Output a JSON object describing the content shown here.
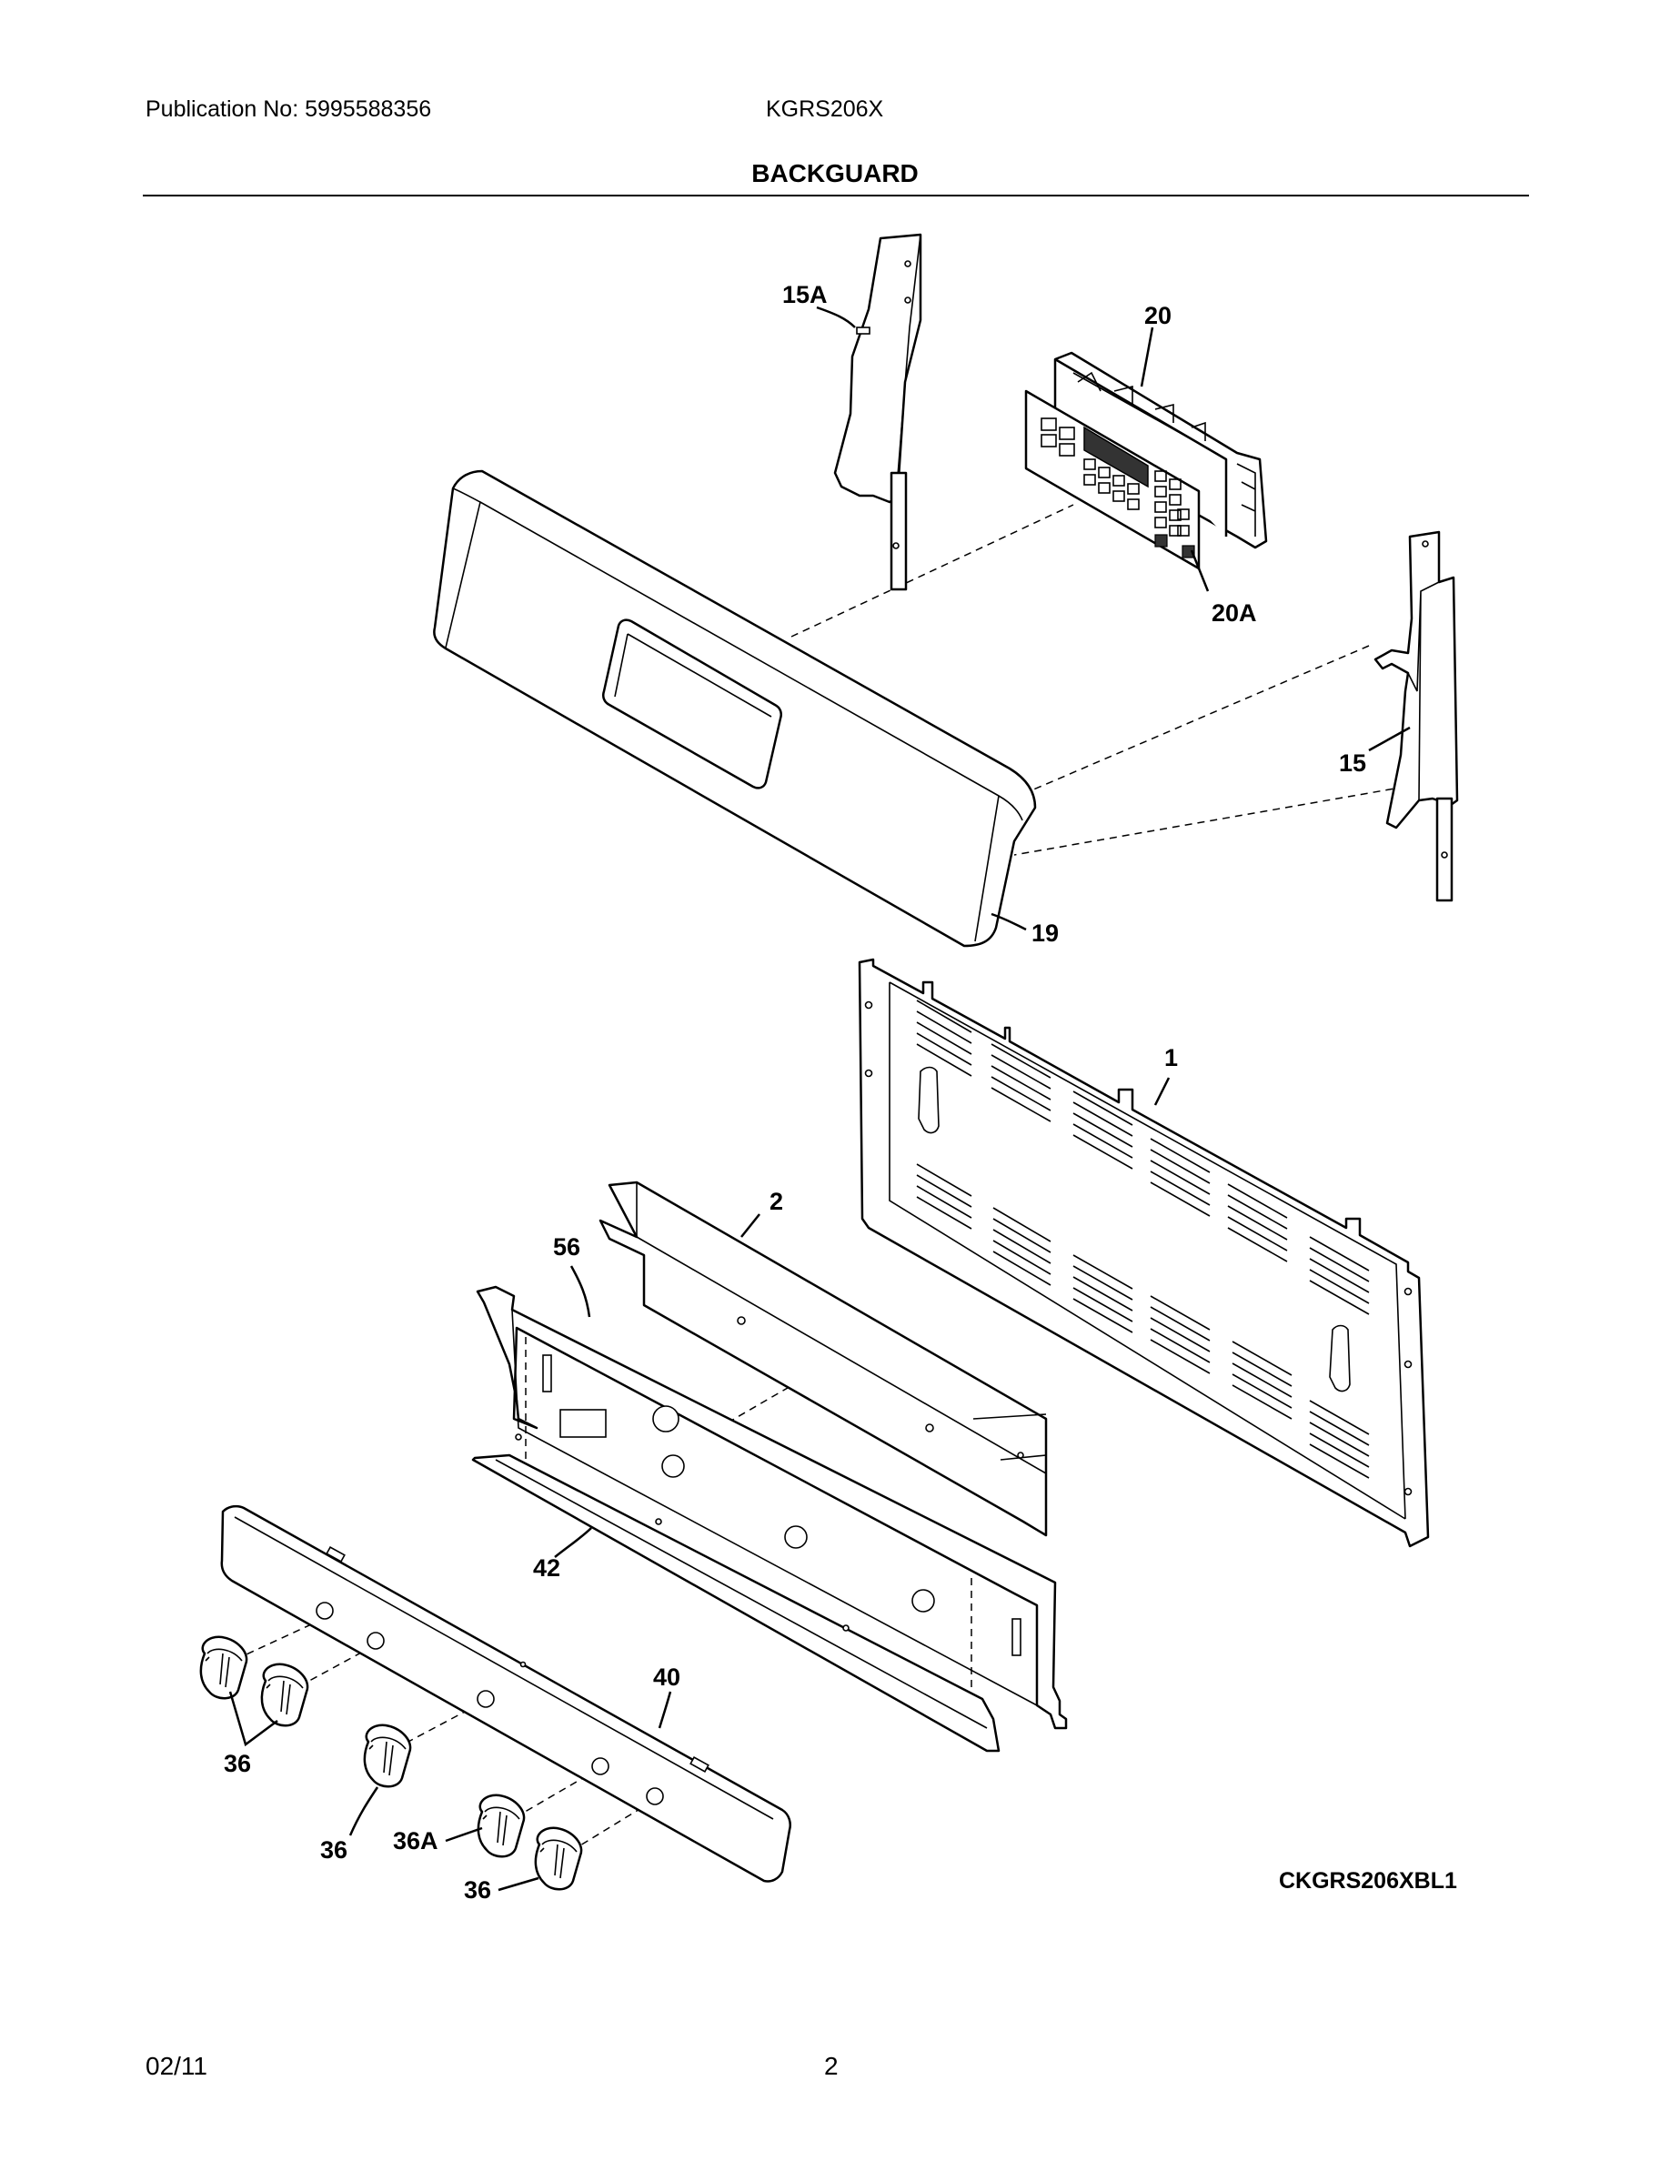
{
  "header": {
    "publication": "Publication No: 5995588356",
    "model": "KGRS206X",
    "title": "BACKGUARD"
  },
  "callouts": {
    "c15a": "15A",
    "c20": "20",
    "c20a": "20A",
    "c15": "15",
    "c19": "19",
    "c1": "1",
    "c2": "2",
    "c56": "56",
    "c42": "42",
    "c40": "40",
    "c36_a": "36",
    "c36_b": "36",
    "c36a": "36A",
    "c36_c": "36"
  },
  "diagram_code": "CKGRS206XBL1",
  "footer": {
    "date": "02/11",
    "page": "2"
  }
}
